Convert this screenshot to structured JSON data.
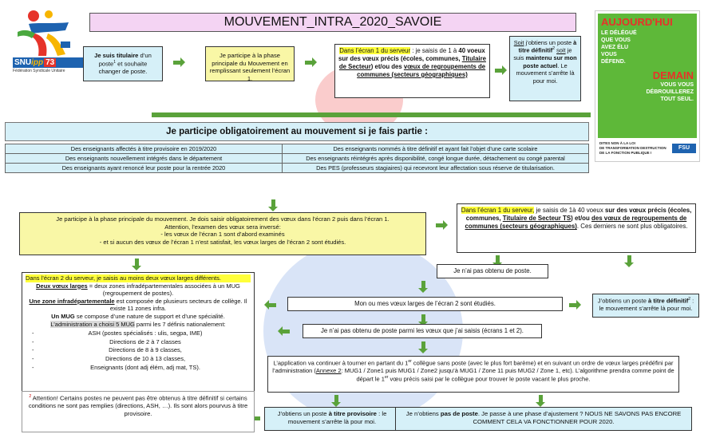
{
  "logo": {
    "text_a": "SNU",
    "text_b": "ipp",
    "text_c": "73",
    "subtitle": "Fédération Syndicale Unitaire"
  },
  "title": "MOUVEMENT_INTRA_2020_SAVOIE",
  "row1": {
    "b1_bold": "Je suis titulaire",
    "b1_rest": " d’un poste",
    "b1_sup": "1",
    "b1_end": " et souhaite changer de poste.",
    "b2": "Je participe à la phase principale du Mouvement en remplissant seulement l’écran 1.",
    "b3_hl": "Dans l’écran 1 du serveur",
    "b3_a": " : je saisis de 1 à ",
    "b3_b": "40 voeux sur des vœux précis (écoles, communes, ",
    "b3_c": "Titulaire de Secteur",
    "b3_d": ") et/ou des ",
    "b3_e": "vœux de regroupements de communes (secteurs géographiques)",
    ".": ".",
    "b4_a": "Soit",
    "b4_b": " j’obtiens un poste ",
    "b4_c": "à titre définitif",
    "b4_sup": "2",
    "b4_d": "soit",
    "b4_e": " je suis ",
    "b4_f": "maintenu sur mon poste actuel",
    "b4_g": ". Le mouvement s’arrête là pour moi."
  },
  "poster": {
    "l1": "AUJOURD'HUI",
    "l2": "LE DÉLÉGUÉ",
    "l3": "QUE VOUS",
    "l4": "AVEZ ÉLU",
    "l5": "VOUS",
    "l6": "DÉFEND.",
    "l7": "DEMAIN",
    "l8": "VOUS VOUS",
    "l9": "DÉBROUILLEREZ",
    "l10": "TOUT SEUL.",
    "f1": "DITES NON À LA LOI",
    "f2": "DE TRANSFORMATION DESTRUCTION",
    "f3": "DE LA FONCTION PUBLIQUE !",
    "fsu": "FSU"
  },
  "oblig": {
    "header": "Je participe obligatoirement au mouvement si je fais partie :",
    "rows": [
      [
        "Des enseignants affectés à titre provisoire en 2019/2020",
        "Des enseignants nommés à titre définitif et ayant fait l’objet d’une carte scolaire"
      ],
      [
        "Des enseignants nouvellement intégrés dans le département",
        "Des enseignants réintégrés après disponibilité, congé longue durée, détachement ou congé parental"
      ],
      [
        "Des enseignants ayant renoncé leur poste pour la rentrée 2020",
        "Des PES (professeurs stagiaires) qui recevront leur affectation sous réserve de titularisation."
      ]
    ]
  },
  "phase": {
    "l1": "Je participe à la phase principale du mouvement. Je dois saisir obligatoirement des vœux dans l’écran 2 puis dans l’écran 1.",
    "l2": "Attention, l’examen des vœux sera inversé:",
    "l3": "- les vœux de l’écran 1 sont d’abord examinés",
    "l4": "- et si aucun des vœux de l’écran 1 n’est satisfait, les vœux larges de l’écran 2 sont étudiés."
  },
  "ecran1b": {
    "hl": "Dans l’écran 1 du serveur,",
    "a": " je saisis de 1à 40 voeux ",
    "b": "sur des vœux précis (écoles, communes, ",
    "c": "Titulaire de Secteur TS",
    "d": ") et/ou ",
    "e": "des vœux de regroupements de communes (secteurs géographiques)",
    "f": ". Ces derniers ne sont plus obligatoires."
  },
  "ecran2": {
    "hl": "Dans l’écran 2 du serveur, je saisis au moins deux vœux larges différents.",
    "a": "Deux vœux larges",
    "b": " = deux zones infradépartementales associées à un MUG (regroupement de postes).",
    "c": "Une zone infradépartementale",
    "d": " est composée de plusieurs secteurs de collège. Il existe 11 zones infra.",
    "e": "Un MUG",
    "f": " se compose d’une nature de support et d’une spécialité.",
    "g": "L’administration a choisi 5 MUG",
    "h": " parmi les 7 définis nationalement:",
    "items": [
      "ASH (postes spécialisés : ulis, segpa, IME)",
      "Directions de 2 à 7 classes",
      "Directions de 8 à 9 classes,",
      "Directions de 10 à 13 classes,",
      "Enseignants (dont adj élém, adj mat, TS)."
    ]
  },
  "flow": {
    "np1": "Je n’ai pas obtenu de poste.",
    "larges": "Mon ou mes vœux larges de l’écran 2 sont étudiés.",
    "def_a": "J’obtiens un poste ",
    "def_b": "à titre définitif",
    "def_sup": "2",
    "def_c": " : le mouvement s’arrête là pour moi.",
    "np2": "Je n’ai pas obtenu de poste parmi les vœux que j’ai saisis (écrans 1 et 2).",
    "app_a": "L’application va continuer à tourner en partant du 1",
    "app_sup": "er",
    "app_b": " collègue sans poste (avec le plus fort barème) et en suivant un ordre de vœux larges prédéfini par l’administration (",
    "app_c": "Annexe 2",
    "app_d": ": MUG1 / Zone1 puis MUG1 / Zone2 jusqu’à MUG1 / Zone 11 puis MUG2 / Zone 1, etc). L’algorithme prendra comme point de départ le 1",
    "app_sup2": "er",
    "app_e": " vœu précis saisi par le collègue pour trouver le poste vacant le plus proche.",
    "prov_a": "J’obtiens un poste ",
    "prov_b": "à titre provisoire",
    "prov_c": " : le mouvement s’arrête là pour moi.",
    "aj_a": "Je n’obtiens ",
    "aj_b": "pas de poste",
    "aj_c": ". Je passe à une phase d’ajustement ? NOUS NE SAVONS PAS ENCORE COMMENT CELA VA FONCTIONNER POUR 2020."
  },
  "note": {
    "sup": "2",
    "text": " Attention! Certains postes ne peuvent pas être obtenus à titre définitif si certains conditions ne sont pas remplies (directions, ASH, …). Ils sont alors pourvus à titre provisoire."
  }
}
